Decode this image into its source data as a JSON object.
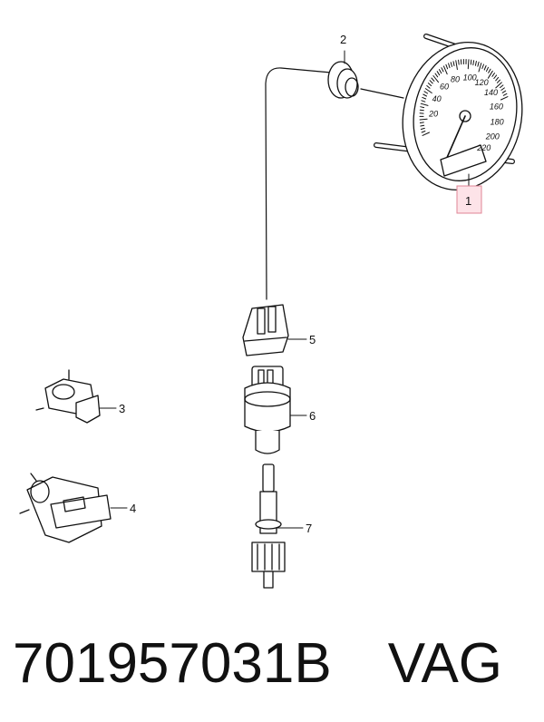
{
  "callouts": {
    "c1": "1",
    "c2": "2",
    "c3": "3",
    "c4": "4",
    "c5": "5",
    "c6": "6",
    "c7": "7"
  },
  "gauge_labels": [
    "20",
    "40",
    "60",
    "80",
    "100",
    "120",
    "140",
    "160",
    "180",
    "200",
    "220"
  ],
  "footer": {
    "part_number": "701957031B",
    "brand": "VAG"
  },
  "colors": {
    "highlight_fill": "#fde3e8",
    "highlight_stroke": "#e08696",
    "line": "#111111"
  }
}
